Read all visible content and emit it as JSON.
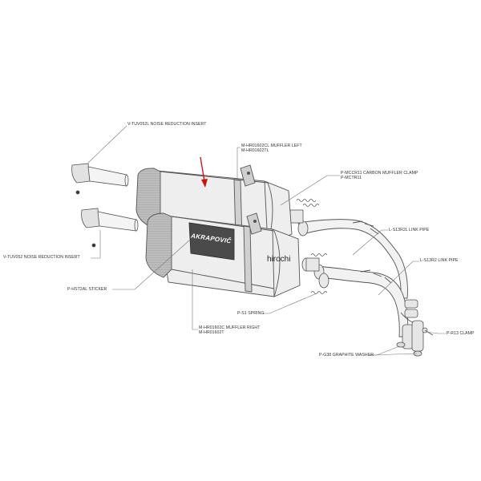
{
  "labels": {
    "noise_insert_left": "V-TUV052L NOISE REDUCTION INSERT",
    "muffler_left": [
      "M-HR01602CL MUFFLER LEFT",
      "M-HR01602TL"
    ],
    "carbon_clamp": [
      "P-MCCR11 CARBON MUFFLER CLAMP",
      "P-MCTR11"
    ],
    "link_pipe_left": "L-S13R2L LINK PIPE",
    "noise_insert_right": "V-TUV052 NOISE REDUCTION INSERT",
    "link_pipe_right": "L-S13R2 LINK PIPE",
    "sticker": "P-HST2AL  STICKER",
    "spring": "P-S1 SPRING",
    "muffler_right": [
      "M-HR01602C  MUFFLER RIGHT",
      "M-HR01602T"
    ],
    "graphite_washer": "P-G38 GRAPHITE WASHER",
    "r13_clamp": "P-R13 CLAMP"
  },
  "brand_logo": "AKRAPOVIČ",
  "watermark": "hirochi",
  "colors": {
    "line": "#555555",
    "leader": "#777777",
    "arrow": "#cc1111",
    "muffler_fill": "#eeeeee",
    "pipe_fill": "#f2f2f2",
    "cap_fill": "#3a3a3a"
  }
}
